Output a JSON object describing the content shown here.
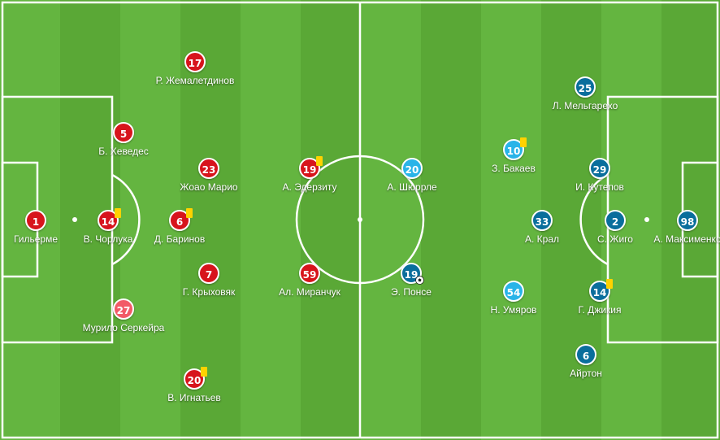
{
  "colors": {
    "home": "#d7141c",
    "home_keeper": "#f25a67",
    "away": "#0a6e9c",
    "away_keeper": "#29b4e8",
    "card": "#ffd200"
  },
  "home_players": [
    {
      "number": "1",
      "name": "Гильерме",
      "color": "red"
    },
    {
      "number": "14",
      "name": "В. Чорлука",
      "color": "red",
      "card": true
    },
    {
      "number": "5",
      "name": "Б. Хеведес",
      "color": "red"
    },
    {
      "number": "27",
      "name": "Мурило Серкейра",
      "color": "pink"
    },
    {
      "number": "17",
      "name": "Р. Жемалетдинов",
      "color": "red"
    },
    {
      "number": "23",
      "name": "Жоао Марио",
      "color": "red"
    },
    {
      "number": "6",
      "name": "Д. Баринов",
      "color": "red",
      "card": true
    },
    {
      "number": "7",
      "name": "Г. Крыховяк",
      "color": "red"
    },
    {
      "number": "20",
      "name": "В. Игнатьев",
      "color": "red",
      "card": true
    },
    {
      "number": "19",
      "name": "А. Эдерзиту",
      "color": "red",
      "card": true
    },
    {
      "number": "59",
      "name": "Ал. Миранчук",
      "color": "red"
    }
  ],
  "away_players": [
    {
      "number": "20",
      "name": "А. Шюррле",
      "color": "cyan"
    },
    {
      "number": "19",
      "name": "Э. Понсе",
      "color": "blue",
      "ball": true
    },
    {
      "number": "10",
      "name": "З. Бакаев",
      "color": "cyan",
      "card": true
    },
    {
      "number": "54",
      "name": "Н. Умяров",
      "color": "cyan"
    },
    {
      "number": "33",
      "name": "А. Крал",
      "color": "blue"
    },
    {
      "number": "25",
      "name": "Л. Мельгарехо",
      "color": "blue"
    },
    {
      "number": "29",
      "name": "И. Кутепов",
      "color": "blue"
    },
    {
      "number": "2",
      "name": "С. Жиго",
      "color": "blue"
    },
    {
      "number": "14",
      "name": "Г. Джикия",
      "color": "blue",
      "card": true
    },
    {
      "number": "6",
      "name": "Айртон",
      "color": "blue"
    },
    {
      "number": "98",
      "name": "А. Максименко",
      "color": "blue"
    }
  ]
}
